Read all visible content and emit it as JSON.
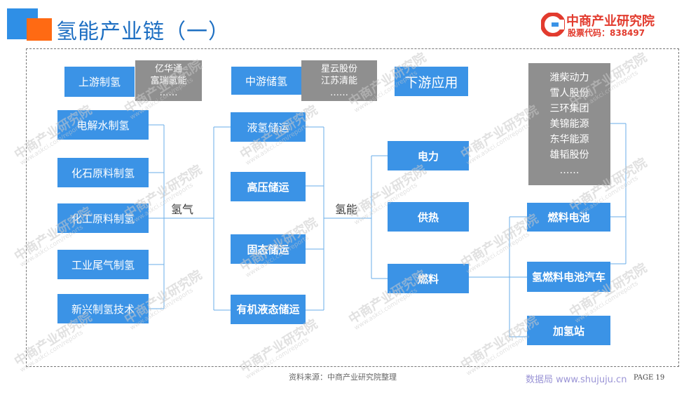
{
  "title": "氢能产业链（一）",
  "brand": {
    "name": "中商产业研究院",
    "stock": "股票代码：838497"
  },
  "upstream": {
    "label": "上游制氢",
    "companies": [
      "亿华通",
      "富瑞氢能",
      "……"
    ],
    "methods": [
      "电解水制氢",
      "化石原料制氢",
      "化工原料制氢",
      "工业尾气制氢",
      "新兴制氢技术"
    ]
  },
  "hydrogen_label": "氢气",
  "midstream": {
    "label": "中游储氢",
    "companies": [
      "星云股份",
      "江苏清能",
      "……"
    ],
    "methods": [
      "液氢储运",
      "高压储运",
      "固态储运",
      "有机液态储运"
    ]
  },
  "energy_label": "氢能",
  "downstream": {
    "label": "下游应用",
    "uses": [
      "电力",
      "供热",
      "燃料"
    ],
    "fuel_uses": [
      "燃料电池",
      "氢燃料电池汽车",
      "加氢站"
    ],
    "companies": [
      "潍柴动力",
      "雪人股份",
      "三环集团",
      "美锦能源",
      "东华能源",
      "雄韬股份",
      "……"
    ]
  },
  "source": "资料来源：中商产业研究院整理",
  "footer_site": "数据局 www.shujuju.cn",
  "page": "PAGE 19",
  "watermark": {
    "name": "中商产业研究院",
    "url": "www.askci.com/reports"
  },
  "colors": {
    "node_blue": "#3b93e6",
    "title_blue": "#1e6fc2",
    "brand_red": "#e23b2e",
    "brand_orange": "#ff6a13",
    "connector": "#6aaee8"
  }
}
